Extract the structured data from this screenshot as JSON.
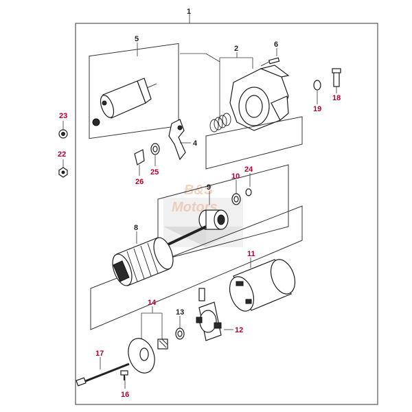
{
  "diagram": {
    "watermark": {
      "line1": "B&S",
      "line2": "Motors"
    },
    "callouts": [
      {
        "id": "c1",
        "label": "1",
        "color": "black"
      },
      {
        "id": "c2",
        "label": "2",
        "color": "black"
      },
      {
        "id": "c4",
        "label": "4",
        "color": "black"
      },
      {
        "id": "c5",
        "label": "5",
        "color": "black"
      },
      {
        "id": "c6",
        "label": "6",
        "color": "black"
      },
      {
        "id": "c8",
        "label": "8",
        "color": "black"
      },
      {
        "id": "c9",
        "label": "9",
        "color": "black"
      },
      {
        "id": "c10",
        "label": "10",
        "color": "red"
      },
      {
        "id": "c11",
        "label": "11",
        "color": "red"
      },
      {
        "id": "c12",
        "label": "12",
        "color": "red"
      },
      {
        "id": "c13",
        "label": "13",
        "color": "black"
      },
      {
        "id": "c14",
        "label": "14",
        "color": "red"
      },
      {
        "id": "c16",
        "label": "16",
        "color": "red"
      },
      {
        "id": "c17",
        "label": "17",
        "color": "red"
      },
      {
        "id": "c18",
        "label": "18",
        "color": "red"
      },
      {
        "id": "c19",
        "label": "19",
        "color": "red"
      },
      {
        "id": "c22",
        "label": "22",
        "color": "red"
      },
      {
        "id": "c23",
        "label": "23",
        "color": "red"
      },
      {
        "id": "c24",
        "label": "24",
        "color": "red"
      },
      {
        "id": "c25",
        "label": "25",
        "color": "red"
      },
      {
        "id": "c26",
        "label": "26",
        "color": "red"
      }
    ],
    "colors": {
      "red": "#b3002d",
      "black": "#222222",
      "line": "#333333"
    }
  }
}
